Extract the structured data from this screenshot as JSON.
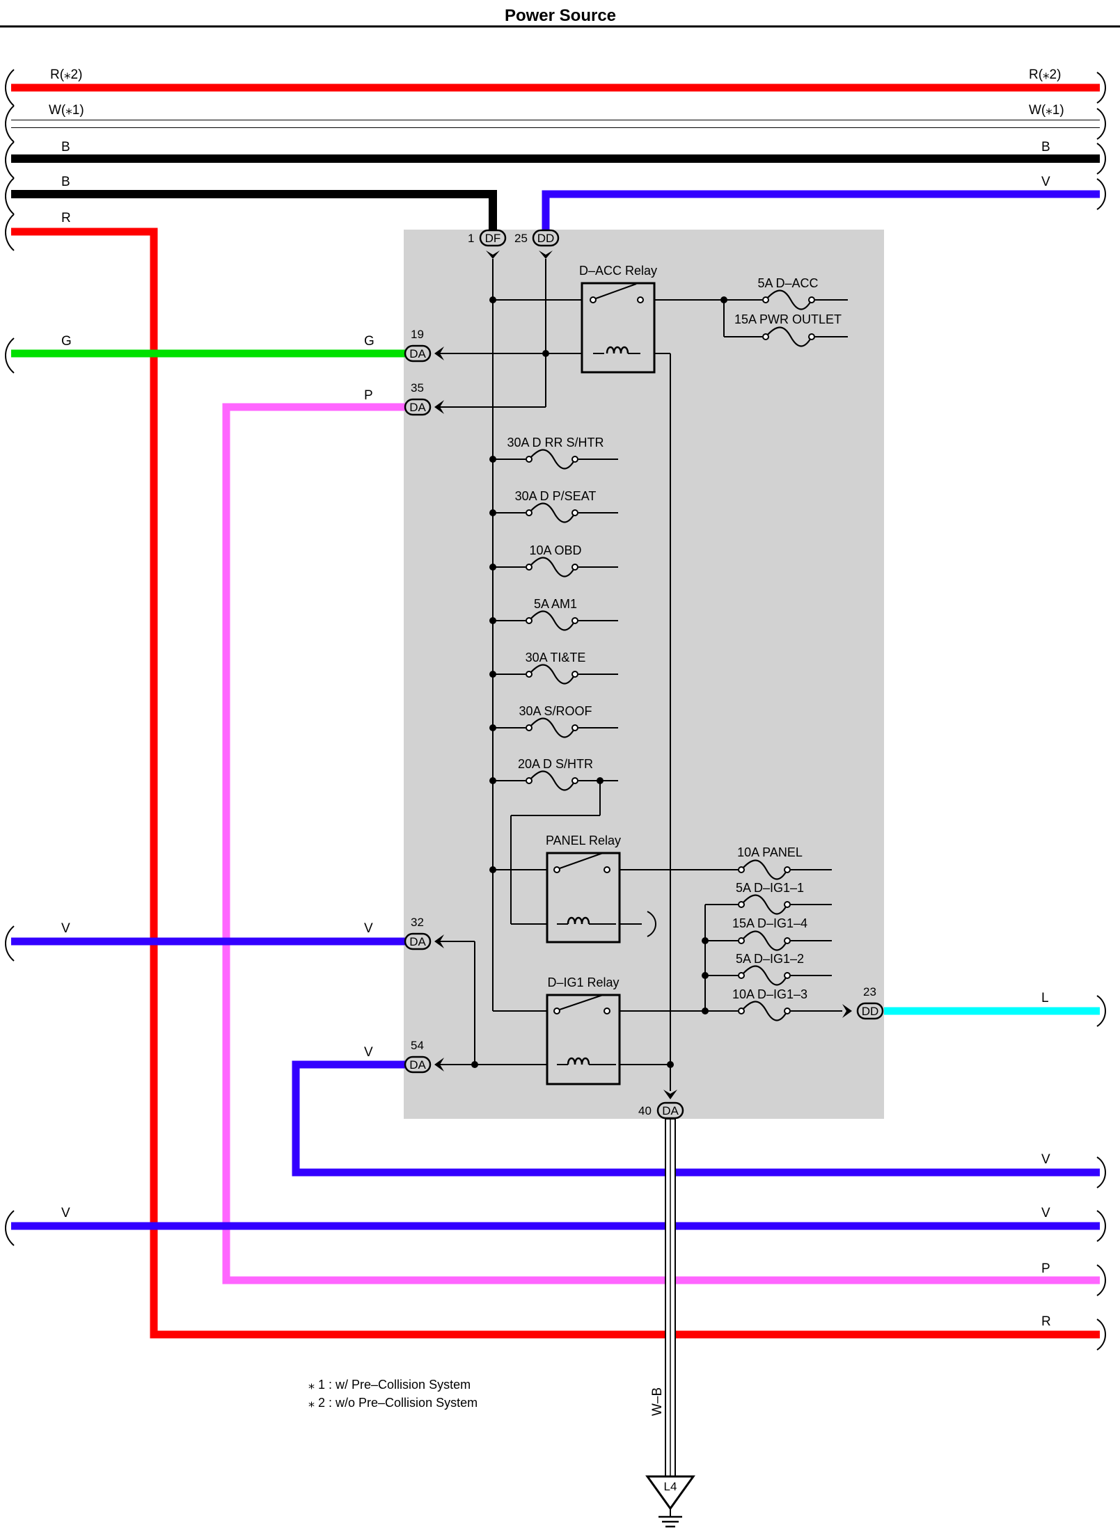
{
  "title": "Power Source",
  "bus_wires": [
    {
      "left": "R(⁎2)",
      "right": "R(⁎2)",
      "color": "#ff0000"
    },
    {
      "left": "W(⁎1)",
      "right": "W(⁎1)",
      "color": "#ffffff"
    },
    {
      "left": "B",
      "right": "B",
      "color": "#000000"
    },
    {
      "left": "B",
      "right": "V",
      "color": "#000000"
    },
    {
      "left": "R",
      "color": "#ff0000"
    },
    {
      "left": "G",
      "mid": "G",
      "color": "#00e000"
    },
    {
      "mid": "P",
      "color": "#ff66ff"
    },
    {
      "left": "V",
      "mid": "V",
      "color": "#3300ff"
    },
    {
      "mid": "V",
      "color": "#3300ff"
    },
    {
      "right": "L",
      "color": "#00ffff"
    },
    {
      "right": "V",
      "color": "#3300ff"
    },
    {
      "left": "V",
      "right": "V",
      "color": "#3300ff"
    },
    {
      "right": "P",
      "color": "#ff66ff"
    },
    {
      "right": "R",
      "color": "#ff0000"
    }
  ],
  "connectors": [
    {
      "pin": "1",
      "code": "DF"
    },
    {
      "pin": "25",
      "code": "DD"
    },
    {
      "pin": "19",
      "code": "DA"
    },
    {
      "pin": "35",
      "code": "DA"
    },
    {
      "pin": "32",
      "code": "DA"
    },
    {
      "pin": "54",
      "code": "DA"
    },
    {
      "pin": "23",
      "code": "DD"
    },
    {
      "pin": "40",
      "code": "DA"
    }
  ],
  "relays": [
    "D–ACC Relay",
    "PANEL Relay",
    "D–IG1 Relay"
  ],
  "fuses_main": [
    "30A D RR S/HTR",
    "30A D P/SEAT",
    "10A OBD",
    "5A AM1",
    "30A TI&TE",
    "30A S/ROOF",
    "20A D S/HTR"
  ],
  "fuses_acc": [
    "5A D–ACC",
    "15A PWR OUTLET"
  ],
  "fuses_ig": [
    "10A PANEL",
    "5A D–IG1–1",
    "15A D–IG1–4",
    "5A D–IG1–2",
    "10A D–IG1–3"
  ],
  "ground": {
    "wire": "W–B",
    "point": "L4"
  },
  "notes": [
    "⁎ 1 : w/ Pre–Collision System",
    "⁎ 2 : w/o Pre–Collision System"
  ],
  "colors": {
    "red": "#ff0000",
    "black": "#000000",
    "violet": "#3300ff",
    "green": "#00e000",
    "pink": "#ff66ff",
    "cyan": "#00ffff",
    "box": "#d2d2d2"
  }
}
